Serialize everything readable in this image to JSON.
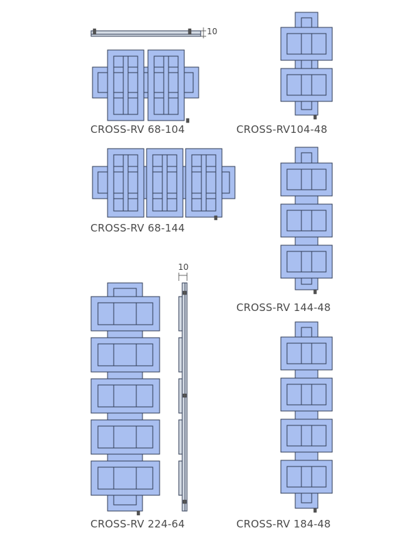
{
  "colors": {
    "panel_fill": "#a9bff0",
    "panel_stroke": "#2f3b55",
    "edge_fill": "#d4dbe4"
  },
  "labels": {
    "m68_104": "CROSS-RV 68-104",
    "m104_48": "CROSS-RV104-48",
    "m68_144": "CROSS-RV 68-144",
    "m144_48": "CROSS-RV 144-48",
    "m224_64": "CROSS-RV 224-64",
    "m184_48": "CROSS-RV 184-48"
  },
  "dimensions": {
    "top_depth": "10",
    "side_depth": "10"
  }
}
